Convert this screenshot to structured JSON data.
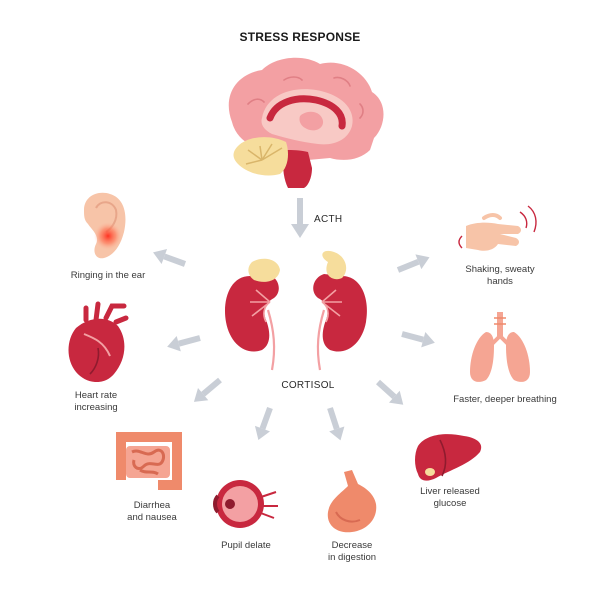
{
  "title": "STRESS RESPONSE",
  "hormones": {
    "acth": "ACTH",
    "cortisol": "CORTISOL"
  },
  "effects": {
    "ear": "Ringing in the ear",
    "heart_1": "Heart rate",
    "heart_2": "increasing",
    "intestine_1": "Diarrhea",
    "intestine_2": "and nausea",
    "eye": "Pupil delate",
    "stomach_1": "Decrease",
    "stomach_2": "in digestion",
    "liver_1": "Liver released",
    "liver_2": "glucose",
    "lungs": "Faster, deeper breathing",
    "hand_1": "Shaking, sweaty",
    "hand_2": "hands"
  },
  "colors": {
    "organ_red": "#c8283f",
    "organ_dark": "#8f1b2e",
    "brain_pink": "#f3a0a3",
    "brain_light": "#f8c9c5",
    "adrenal_yellow": "#f6dd9c",
    "skin": "#f7c4a8",
    "lung_pink": "#f5a593",
    "stomach_orange": "#ef8a6b",
    "arrow_grey": "#c9ced6"
  },
  "icons": [
    "brain-icon",
    "kidneys-icon",
    "ear-icon",
    "heart-icon",
    "intestine-icon",
    "eye-icon",
    "stomach-icon",
    "liver-icon",
    "lungs-icon",
    "hand-icon"
  ]
}
